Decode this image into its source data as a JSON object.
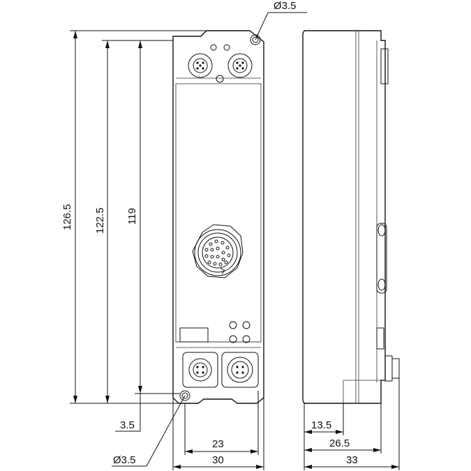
{
  "dimensions": {
    "hole_top": "Ø3.5",
    "hole_bottom": "Ø3.5",
    "height_total": "126.5",
    "height_mid": "122.5",
    "height_inner": "119",
    "offset_bottom": "3.5",
    "width_inner": "23",
    "width_total": "30",
    "side_offset_small": "13.5",
    "side_offset_mid": "26.5",
    "side_depth": "33"
  }
}
